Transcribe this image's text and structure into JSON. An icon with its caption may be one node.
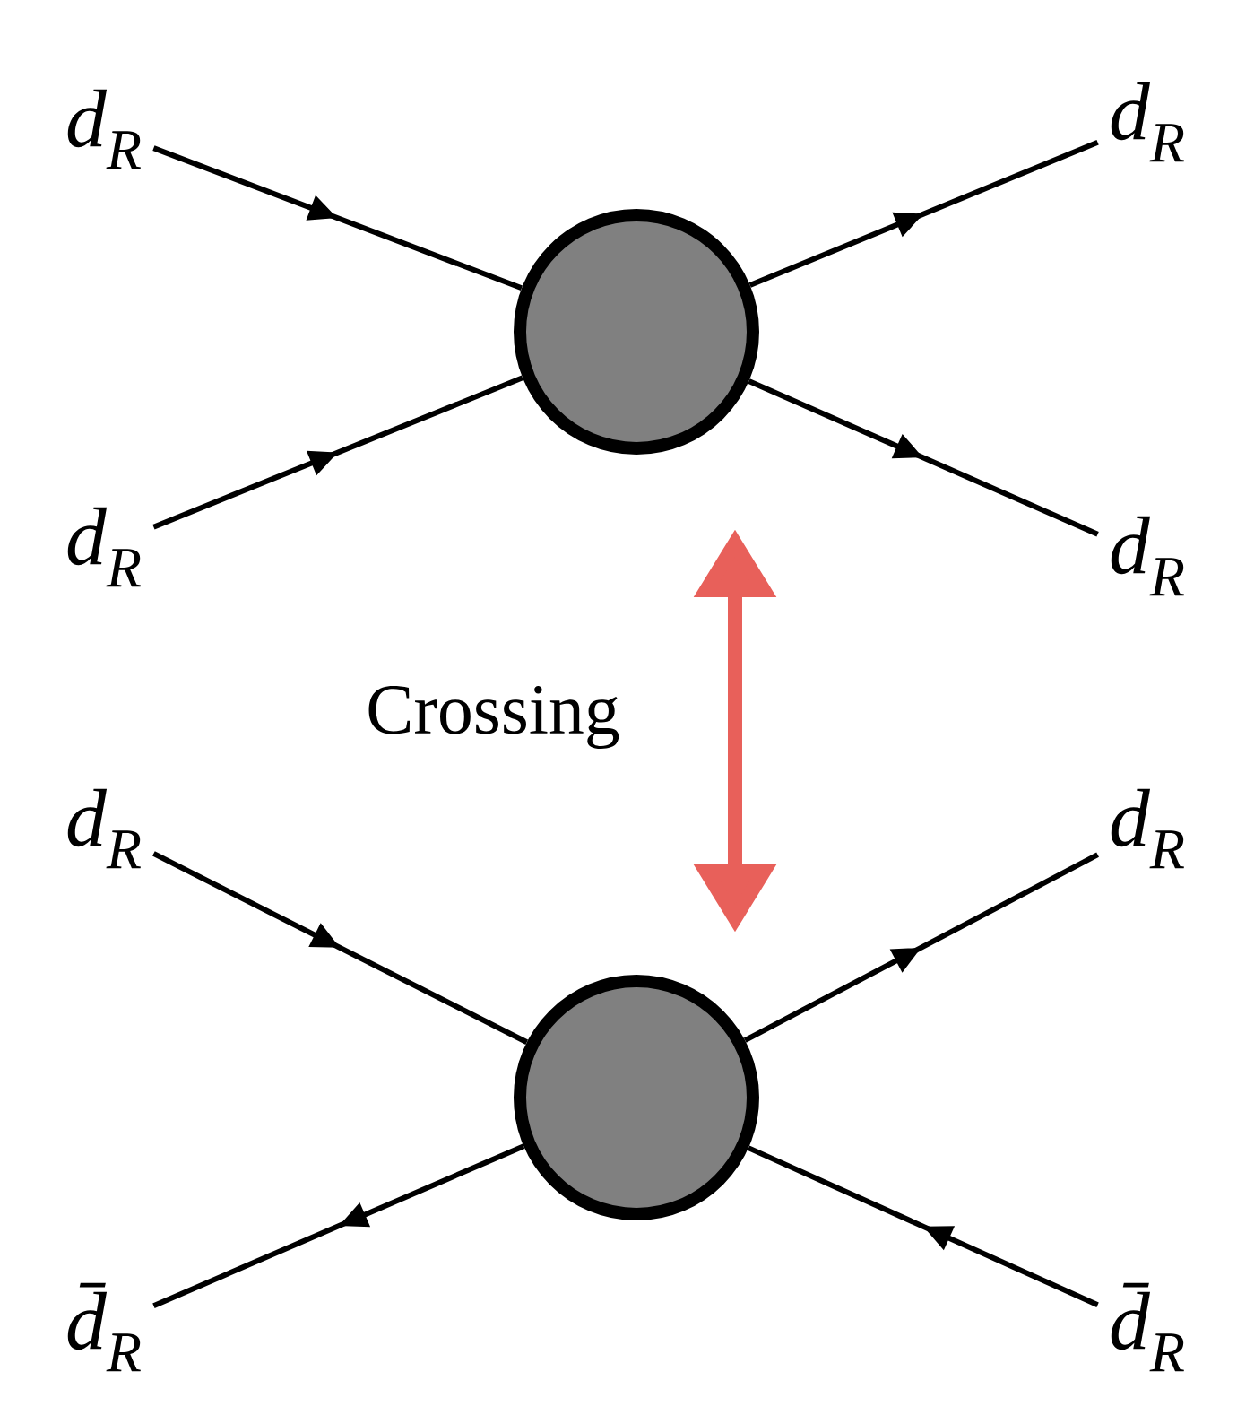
{
  "diagram": {
    "nodes": [
      {
        "text": [
          "d$_{R}$"
        ]
      },
      {
        "text": [
          "d$_{R}$"
        ]
      },
      {
        "text": [
          "d$_{R}$"
        ]
      },
      {
        "text": [
          "d$_{R}$"
        ]
      },
      {
        "text": [
          "d$_{R}$"
        ]
      },
      {
        "text": [
          "d$_{R}$"
        ]
      },
      {
        "text": [
          "d̄$_{R}$"
        ]
      },
      {
        "text": [
          "d̄$_{R}$"
        ]
      },
      {
        "text": [],
        "shape": "circle"
      },
      {
        "text": [],
        "shape": "circle"
      }
    ],
    "edges": [
      {
        "from": 0,
        "to": 8,
        "arrow": "to"
      },
      {
        "from": 8,
        "to": 1,
        "arrow": "to"
      },
      {
        "from": 2,
        "to": 8,
        "arrow": "to"
      },
      {
        "from": 8,
        "to": 3,
        "arrow": "to"
      },
      {
        "from": 4,
        "to": 9,
        "arrow": "to"
      },
      {
        "from": 9,
        "to": 5,
        "arrow": "to"
      },
      {
        "from": 9,
        "to": 6,
        "arrow": "to"
      },
      {
        "from": 7,
        "to": 9,
        "arrow": "to"
      }
    ],
    "labels": [
      "Crossing"
    ]
  }
}
